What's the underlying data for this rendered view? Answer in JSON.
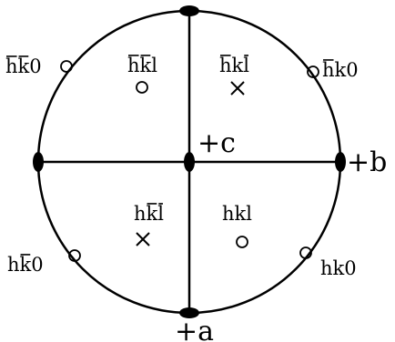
{
  "axes": {
    "c": "+c",
    "b": "+b",
    "a": "+a"
  },
  "reflections": {
    "top_left_edge": {
      "h": "h",
      "k": "k",
      "l": "0",
      "h_bar": true,
      "k_bar": true,
      "l_bar": false,
      "marker": "circle"
    },
    "top_left_inner": {
      "h": "h",
      "k": "k",
      "l": "l",
      "h_bar": true,
      "k_bar": true,
      "l_bar": false,
      "marker": "circle"
    },
    "top_right_inner": {
      "h": "h",
      "k": "k",
      "l": "l",
      "h_bar": true,
      "k_bar": false,
      "l_bar": true,
      "marker": "cross"
    },
    "top_right_edge": {
      "h": "h",
      "k": "k",
      "l": "0",
      "h_bar": true,
      "k_bar": false,
      "l_bar": false,
      "marker": "circle"
    },
    "bottom_left_inner": {
      "h": "h",
      "k": "k",
      "l": "l",
      "h_bar": false,
      "k_bar": true,
      "l_bar": true,
      "marker": "cross"
    },
    "bottom_right_inner": {
      "h": "h",
      "k": "k",
      "l": "l",
      "h_bar": false,
      "k_bar": false,
      "l_bar": false,
      "marker": "circle"
    },
    "bottom_left_edge": {
      "h": "h",
      "k": "k",
      "l": "0",
      "h_bar": false,
      "k_bar": true,
      "l_bar": false,
      "marker": "circle"
    },
    "bottom_right_edge": {
      "h": "h",
      "k": "k",
      "l": "0",
      "h_bar": false,
      "k_bar": false,
      "l_bar": false,
      "marker": "circle"
    }
  },
  "colors": {
    "ink": "#000000",
    "background": "#ffffff"
  }
}
